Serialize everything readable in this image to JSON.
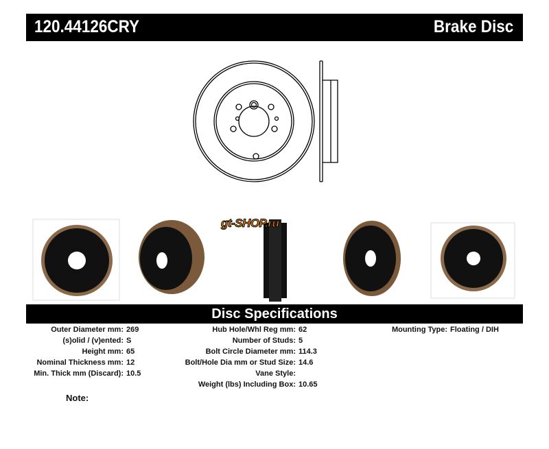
{
  "header": {
    "part_number": "120.44126CRY",
    "product_type": "Brake Disc"
  },
  "logo": "gt-shop.ru",
  "specs_title": "Disc Specifications",
  "specs_left": [
    {
      "label": "Outer Diameter mm:",
      "value": "269"
    },
    {
      "label": "(s)olid / (v)ented:",
      "value": "S"
    },
    {
      "label": "Height mm:",
      "value": "65"
    },
    {
      "label": "Nominal Thickness mm:",
      "value": "12"
    },
    {
      "label": "Min. Thick mm (Discard):",
      "value": "10.5"
    }
  ],
  "specs_middle": [
    {
      "label": "Hub Hole/Whl Reg mm:",
      "value": "62"
    },
    {
      "label": "Number of Studs:",
      "value": "5"
    },
    {
      "label": "Bolt Circle Diameter mm:",
      "value": "114.3"
    },
    {
      "label": "Bolt/Hole Dia mm or Stud Size:",
      "value": "14.6"
    },
    {
      "label": "Vane Style:",
      "value": ""
    },
    {
      "label": "Weight (lbs) Including Box:",
      "value": "10.65"
    }
  ],
  "specs_right": [
    {
      "label": "Mounting Type:",
      "value": "Floating / DIH"
    }
  ],
  "note_label": "Note:"
}
